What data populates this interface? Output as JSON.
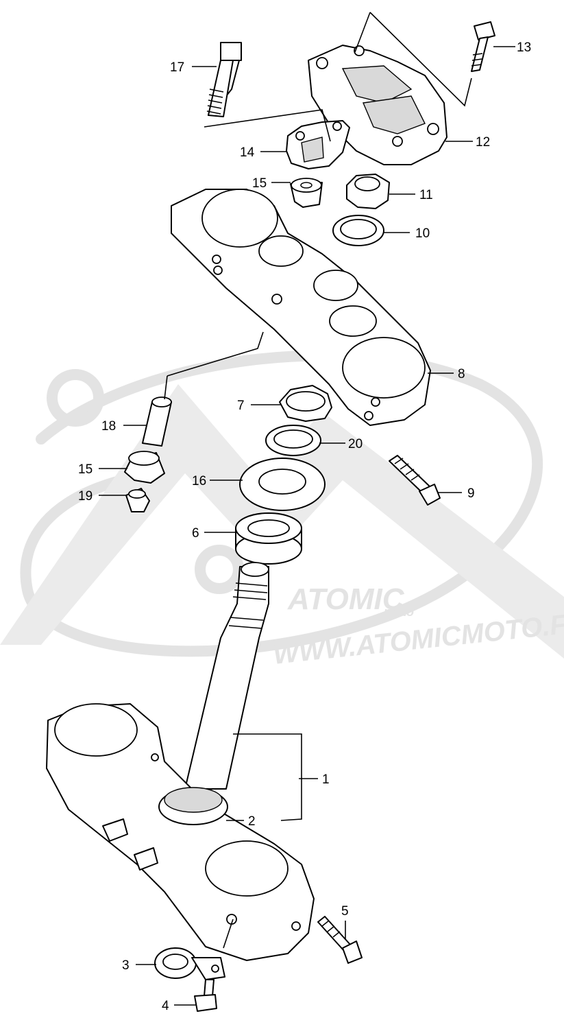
{
  "watermark": {
    "brand": "ATOMIC",
    "sub": "moto",
    "url": "WWW.ATOMICMOTO.F",
    "color": "#e3e3e3"
  },
  "callouts": [
    {
      "id": "17",
      "label": "17"
    },
    {
      "id": "13",
      "label": "13"
    },
    {
      "id": "12",
      "label": "12"
    },
    {
      "id": "14",
      "label": "14"
    },
    {
      "id": "15a",
      "label": "15"
    },
    {
      "id": "11",
      "label": "11"
    },
    {
      "id": "10",
      "label": "10"
    },
    {
      "id": "8",
      "label": "8"
    },
    {
      "id": "7",
      "label": "7"
    },
    {
      "id": "20",
      "label": "20"
    },
    {
      "id": "18",
      "label": "18"
    },
    {
      "id": "15b",
      "label": "15"
    },
    {
      "id": "16",
      "label": "16"
    },
    {
      "id": "9",
      "label": "9"
    },
    {
      "id": "19",
      "label": "19"
    },
    {
      "id": "6",
      "label": "6"
    },
    {
      "id": "1",
      "label": "1"
    },
    {
      "id": "2",
      "label": "2"
    },
    {
      "id": "5",
      "label": "5"
    },
    {
      "id": "3",
      "label": "3"
    },
    {
      "id": "4",
      "label": "4"
    }
  ]
}
